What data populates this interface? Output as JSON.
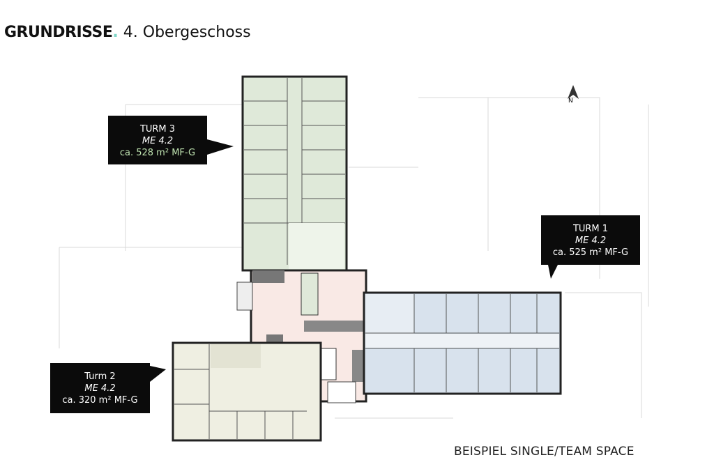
{
  "header": {
    "title_bold": "GRUNDRISSE",
    "title_dot": ".",
    "title_rest": "4. Obergeschoss"
  },
  "north_label": "N",
  "callouts": [
    {
      "name": "TURM 3",
      "unit": "ME 4.2",
      "area": "ca. 528 m² MF-G"
    },
    {
      "name": "TURM 1",
      "unit": "ME 4.2",
      "area": "ca. 525 m² MF-G"
    },
    {
      "name": "Turm 2",
      "unit": "ME 4.2",
      "area": "ca. 320 m² MF-G"
    }
  ],
  "footer": "BEISPIEL SINGLE/TEAM SPACE",
  "colors": {
    "turm3": "#dfe9d9",
    "turm1": "#d8e2ed",
    "turm2": "#efefe2",
    "core": "#f9e9e5",
    "accent": "#bfe3b0"
  }
}
